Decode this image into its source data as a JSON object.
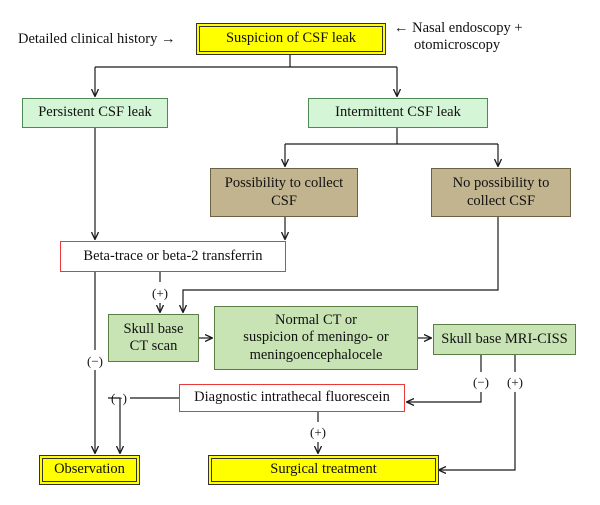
{
  "nodes": {
    "suspicion": "Suspicion of CSF leak",
    "clinical_history": "Detailed clinical history →",
    "nasal_endoscopy": "← Nasal endoscopy +",
    "otomicroscopy": "otomicroscopy",
    "persistent": "Persistent CSF leak",
    "intermittent": "Intermittent CSF leak",
    "collect_line1": "Possibility to collect",
    "collect_line2": "CSF",
    "no_collect_line1": "No possibility to",
    "no_collect_line2": "collect CSF",
    "beta_trace": "Beta-trace or beta-2 transferrin",
    "skull_ct_line1": "Skull base",
    "skull_ct_line2": "CT scan",
    "normal_ct_line1": "Normal CT or",
    "normal_ct_line2": "suspicion of meningo- or",
    "normal_ct_line3": "meningoencephalocele",
    "mri": "Skull base MRI-CISS",
    "fluorescein": "Diagnostic intrathecal fluorescein",
    "observation": "Observation",
    "surgical": "Surgical treatment"
  },
  "signs": {
    "plus_beta": "(+)",
    "minus_left": "(−)",
    "minus_fluor": "(−)",
    "minus_mri": "(−)",
    "plus_mri": "(+)",
    "plus_fluor": "(+)"
  },
  "colors": {
    "yellow": "#ffff00",
    "mint": "#d4f5d6",
    "taupe": "#c1b48e",
    "red_outline": "#e83a3a",
    "olive_green": "#c9e4b4",
    "edge": "#1a1a1a"
  }
}
